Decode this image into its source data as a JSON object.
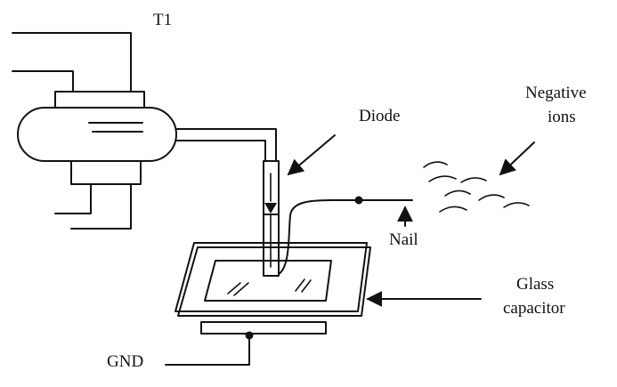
{
  "labels": {
    "t1": "T1",
    "diode": "Diode",
    "negative_ions_line1": "Negative",
    "negative_ions_line2": "ions",
    "nail": "Nail",
    "glass_capacitor_line1": "Glass",
    "glass_capacitor_line2": "capacitor",
    "gnd": "GND"
  },
  "colors": {
    "ink": "#111111",
    "background": "#ffffff"
  }
}
